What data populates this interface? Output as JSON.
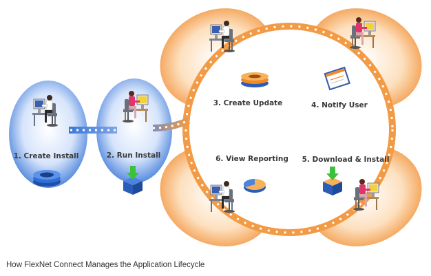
{
  "colors": {
    "blue_accent": "#2e6fd6",
    "orange_accent": "#f59a3c",
    "ring_orange": "#f39a45",
    "arrow_white": "#ffffff"
  },
  "steps": [
    {
      "label": "1. Create Install",
      "icon": "stacked-disks-icon",
      "figure": "developer-at-computer"
    },
    {
      "label": "2. Run Install",
      "icon": "download-box-icon",
      "figure": "user-at-computer"
    },
    {
      "label": "3. Create Update",
      "icon": "update-disk-stack-icon",
      "figure": "developer-at-computer"
    },
    {
      "label": "4. Notify User",
      "icon": "notification-window-icon",
      "figure": "user-at-computer"
    },
    {
      "label": "5. Download & Install",
      "icon": "download-box-icon",
      "figure": "user-at-computer"
    },
    {
      "label": "6. View Reporting",
      "icon": "pie-chart-icon",
      "figure": "developer-at-computer"
    }
  ],
  "caption": "How FlexNet Connect Manages the Application Lifecycle"
}
